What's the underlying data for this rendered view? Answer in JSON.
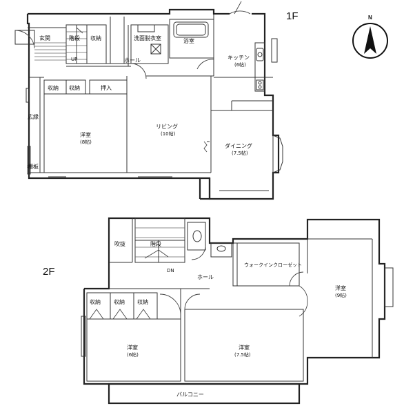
{
  "floors": {
    "first": {
      "label": "1F",
      "rooms": {
        "entrance": "玄関",
        "stairs": "階段",
        "storage1": "収納",
        "washroom": "洗面脱衣室",
        "bath": "浴室",
        "hall": "ホール",
        "kitchen": "キッチン",
        "kitchen_size": "(6帖)",
        "storage2": "収納",
        "storage3": "収納",
        "closet": "押入",
        "engawa": "広縁",
        "shelf": "棚板",
        "western": "洋室",
        "western_size": "(8帖)",
        "living": "リビング",
        "living_size": "(10帖)",
        "dining": "ダイニング",
        "dining_size": "(7.5帖)",
        "up": "UP"
      }
    },
    "second": {
      "label": "2F",
      "rooms": {
        "void": "吹抜",
        "stairs": "階段",
        "down": "DN",
        "hall": "ホール",
        "walkin": "ウォークインクローゼット",
        "storage1": "収納",
        "storage2": "収納",
        "storage3": "収納",
        "west_room": "洋室",
        "west_room_size": "(6帖)",
        "center_room": "洋室",
        "center_room_size": "(7.5帖)",
        "east_room": "洋室",
        "east_room_size": "(9帖)",
        "balcony": "バルコニー"
      }
    }
  },
  "compass": {
    "label": "N"
  }
}
